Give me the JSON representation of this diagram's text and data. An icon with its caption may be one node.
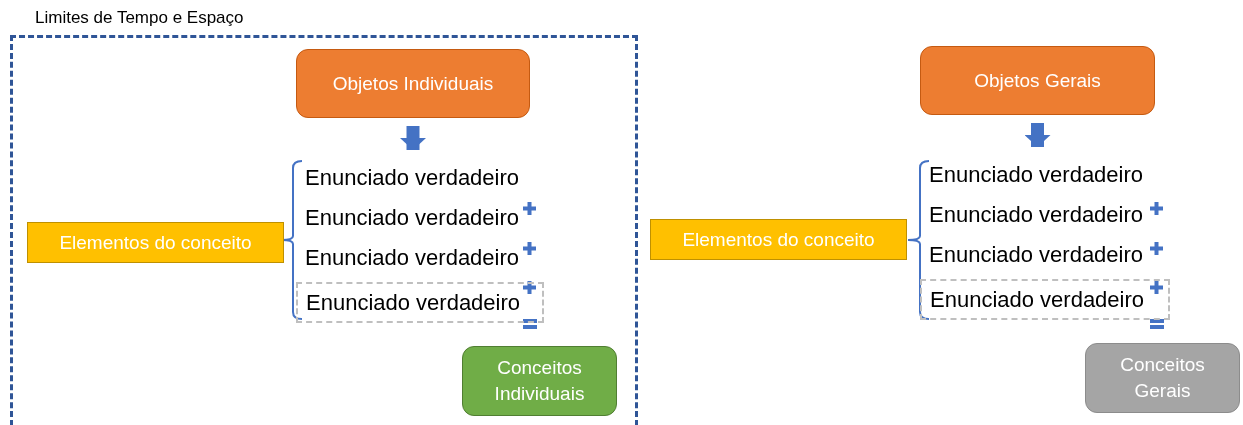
{
  "diagram": {
    "nodes": [
      {
        "text": [
          "Limites de Tempo e Espaço"
        ]
      },
      {
        "text": [
          "Objetos Individuais"
        ],
        "in": 0
      },
      {
        "text": [
          "Elementos do conceito"
        ],
        "in": 0
      },
      {
        "text": [
          "Enunciado verdadeiro"
        ],
        "in": 0
      },
      {
        "text": [
          "Enunciado verdadeiro"
        ],
        "in": 0
      },
      {
        "text": [
          "Enunciado verdadeiro"
        ],
        "in": 0
      },
      {
        "text": [
          "Enunciado verdadeiro"
        ],
        "in": 0
      },
      {
        "text": [
          "Conceitos Individuais"
        ],
        "in": 0
      },
      {
        "text": [
          "Objetos Gerais"
        ]
      },
      {
        "text": [
          "Elementos do conceito"
        ]
      },
      {
        "text": [
          "Enunciado verdadeiro"
        ]
      },
      {
        "text": [
          "Enunciado verdadeiro"
        ]
      },
      {
        "text": [
          "Enunciado verdadeiro"
        ]
      },
      {
        "text": [
          "Enunciado verdadeiro"
        ]
      },
      {
        "text": [
          "Conceitos Gerais"
        ]
      }
    ],
    "edges": [
      {
        "from": 1,
        "to": 3,
        "arrow": "to"
      },
      {
        "from": 8,
        "to": 10,
        "arrow": "to"
      }
    ]
  }
}
